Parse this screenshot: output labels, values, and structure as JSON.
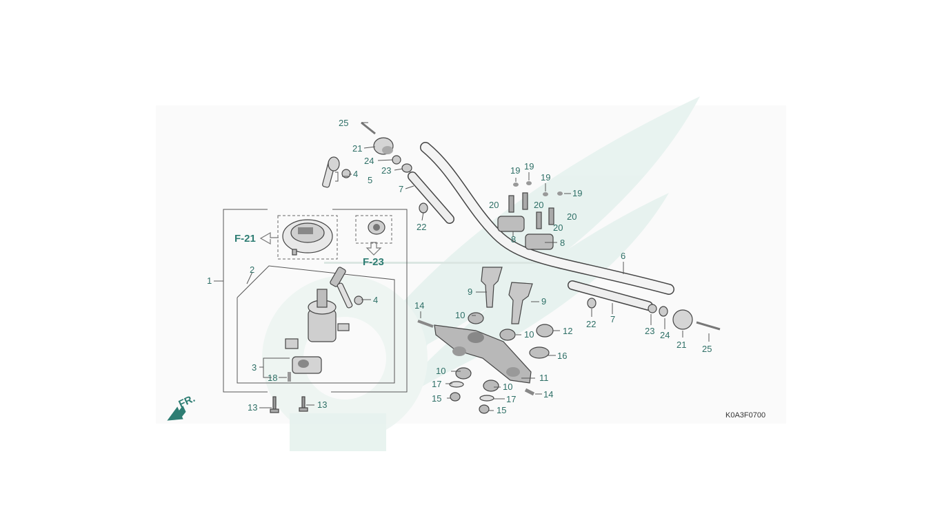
{
  "diagram": {
    "code": "K0A3F0700",
    "front_marker": "FR.",
    "references": [
      "F-21",
      "F-23"
    ],
    "callouts": {
      "c1": "1",
      "c2": "2",
      "c3": "3",
      "c4a": "4",
      "c4b": "4",
      "c5": "5",
      "c6": "6",
      "c7a": "7",
      "c7b": "7",
      "c8a": "8",
      "c8b": "8",
      "c9a": "9",
      "c9b": "9",
      "c10a": "10",
      "c10b": "10",
      "c10c": "10",
      "c10d": "10",
      "c11": "11",
      "c12": "12",
      "c13a": "13",
      "c13b": "13",
      "c14a": "14",
      "c14b": "14",
      "c15a": "15",
      "c15b": "15",
      "c16": "16",
      "c17a": "17",
      "c17b": "17",
      "c18": "18",
      "c19a": "19",
      "c19b": "19",
      "c19c": "19",
      "c19d": "19",
      "c20a": "20",
      "c20b": "20",
      "c20c": "20",
      "c20d": "20",
      "c21a": "21",
      "c21b": "21",
      "c22a": "22",
      "c22b": "22",
      "c23a": "23",
      "c23b": "23",
      "c24a": "24",
      "c24b": "24",
      "c25a": "25",
      "c25b": "25"
    }
  }
}
